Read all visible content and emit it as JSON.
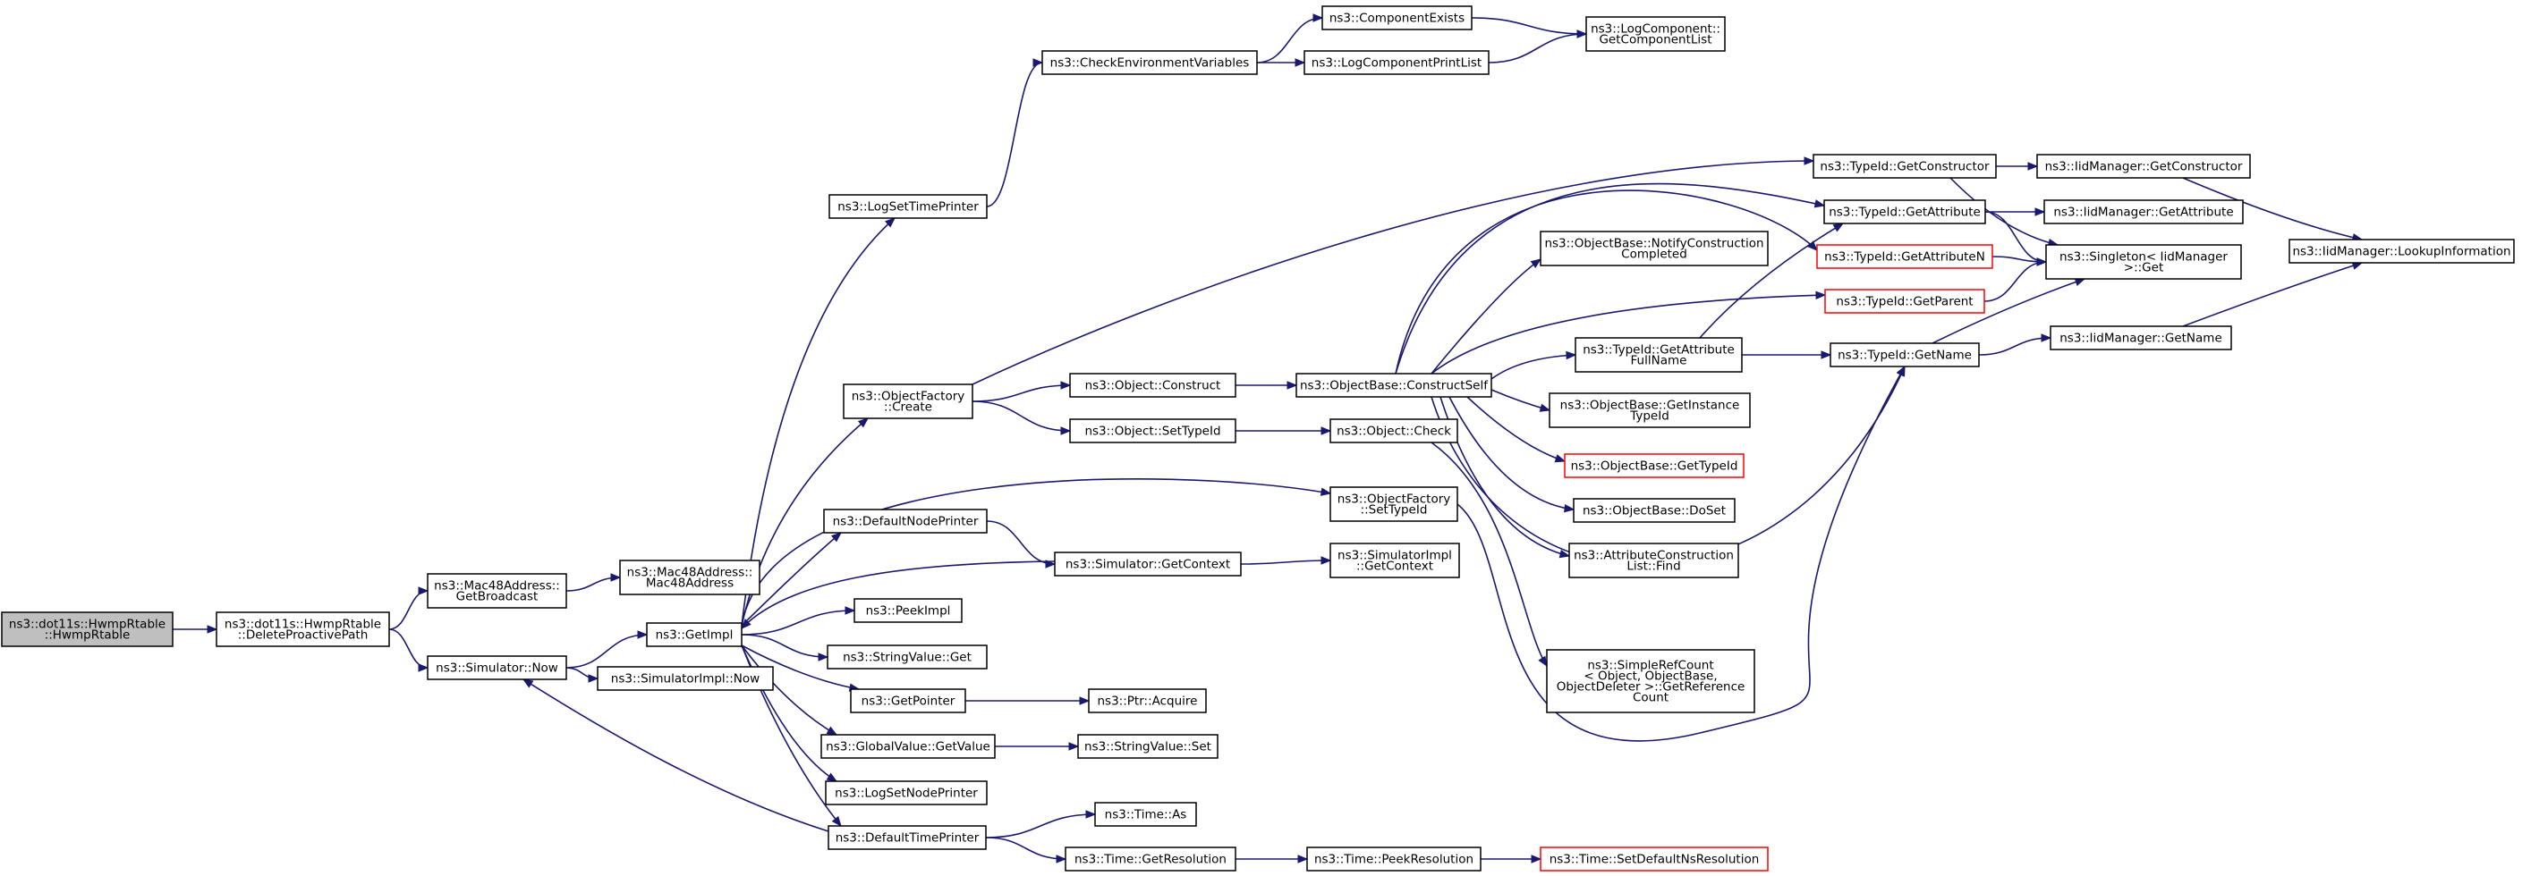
{
  "graph": {
    "kind": "call-graph",
    "edge_color": "#191970",
    "root_fill": "#bfbfbf",
    "truncated_border_color": "#ff0000",
    "nodes": {
      "root": {
        "lines": [
          "ns3::dot11s::HwmpRtable",
          "::HwmpRtable"
        ]
      },
      "deleteProactive": {
        "lines": [
          "ns3::dot11s::HwmpRtable",
          "::DeleteProactivePath"
        ]
      },
      "mac48GetBroadcast": {
        "lines": [
          "ns3::Mac48Address::",
          "GetBroadcast"
        ]
      },
      "mac48Ctor": {
        "lines": [
          "ns3::Mac48Address::",
          "Mac48Address"
        ]
      },
      "simNow": {
        "lines": [
          "ns3::Simulator::Now"
        ]
      },
      "getImpl": {
        "lines": [
          "ns3::GetImpl"
        ]
      },
      "simImplNow": {
        "lines": [
          "ns3::SimulatorImpl::Now"
        ]
      },
      "logSetTimePrinter": {
        "lines": [
          "ns3::LogSetTimePrinter"
        ]
      },
      "checkEnv": {
        "lines": [
          "ns3::CheckEnvironmentVariables"
        ]
      },
      "componentExists": {
        "lines": [
          "ns3::ComponentExists"
        ]
      },
      "logComponentPrintList": {
        "lines": [
          "ns3::LogComponentPrintList"
        ]
      },
      "getComponentList": {
        "lines": [
          "ns3::LogComponent::",
          "GetComponentList"
        ]
      },
      "objFactoryCreate": {
        "lines": [
          "ns3::ObjectFactory",
          "::Create"
        ]
      },
      "objectConstruct": {
        "lines": [
          "ns3::Object::Construct"
        ]
      },
      "objectSetTypeId": {
        "lines": [
          "ns3::Object::SetTypeId"
        ]
      },
      "constructSelf": {
        "lines": [
          "ns3::ObjectBase::ConstructSelf"
        ]
      },
      "objectCheck": {
        "lines": [
          "ns3::Object::Check"
        ]
      },
      "typeIdGetConstructor": {
        "lines": [
          "ns3::TypeId::GetConstructor"
        ]
      },
      "iidGetConstructor": {
        "lines": [
          "ns3::IidManager::GetConstructor"
        ]
      },
      "typeIdGetAttribute": {
        "lines": [
          "ns3::TypeId::GetAttribute"
        ]
      },
      "iidGetAttribute": {
        "lines": [
          "ns3::IidManager::GetAttribute"
        ]
      },
      "typeIdGetAttributeN": {
        "lines": [
          "ns3::TypeId::GetAttributeN"
        ],
        "truncated": true
      },
      "singletonGet": {
        "lines": [
          "ns3::Singleton< IidManager",
          " >::Get"
        ]
      },
      "lookupInformation": {
        "lines": [
          "ns3::IidManager::LookupInformation"
        ]
      },
      "notifyConstruction": {
        "lines": [
          "ns3::ObjectBase::NotifyConstruction",
          "Completed"
        ]
      },
      "typeIdGetParent": {
        "lines": [
          "ns3::TypeId::GetParent"
        ],
        "truncated": true
      },
      "getAttributeFullName": {
        "lines": [
          "ns3::TypeId::GetAttribute",
          "FullName"
        ]
      },
      "typeIdGetName": {
        "lines": [
          "ns3::TypeId::GetName"
        ]
      },
      "iidGetName": {
        "lines": [
          "ns3::IidManager::GetName"
        ]
      },
      "getInstanceTypeId": {
        "lines": [
          "ns3::ObjectBase::GetInstance",
          "TypeId"
        ]
      },
      "objectBaseGetTypeId": {
        "lines": [
          "ns3::ObjectBase::GetTypeId"
        ],
        "truncated": true
      },
      "objectBaseDoSet": {
        "lines": [
          "ns3::ObjectBase::DoSet"
        ]
      },
      "attrConstructionFind": {
        "lines": [
          "ns3::AttributeConstruction",
          "List::Find"
        ]
      },
      "objFactorySetTypeId": {
        "lines": [
          "ns3::ObjectFactory",
          "::SetTypeId"
        ]
      },
      "defaultNodePrinter": {
        "lines": [
          "ns3::DefaultNodePrinter"
        ]
      },
      "simGetContext": {
        "lines": [
          "ns3::Simulator::GetContext"
        ]
      },
      "simImplGetContext": {
        "lines": [
          "ns3::SimulatorImpl",
          "::GetContext"
        ]
      },
      "peekImpl": {
        "lines": [
          "ns3::PeekImpl"
        ]
      },
      "stringValueGet": {
        "lines": [
          "ns3::StringValue::Get"
        ]
      },
      "getPointer": {
        "lines": [
          "ns3::GetPointer"
        ]
      },
      "ptrAcquire": {
        "lines": [
          "ns3::Ptr::Acquire"
        ]
      },
      "globalValueGetValue": {
        "lines": [
          "ns3::GlobalValue::GetValue"
        ]
      },
      "stringValueSet": {
        "lines": [
          "ns3::StringValue::Set"
        ]
      },
      "logSetNodePrinter": {
        "lines": [
          "ns3::LogSetNodePrinter"
        ]
      },
      "simpleRefCount": {
        "lines": [
          "ns3::SimpleRefCount",
          "< Object, ObjectBase,",
          " ObjectDeleter >::GetReference",
          "Count"
        ]
      },
      "defaultTimePrinter": {
        "lines": [
          "ns3::DefaultTimePrinter"
        ]
      },
      "timeAs": {
        "lines": [
          "ns3::Time::As"
        ]
      },
      "timeGetResolution": {
        "lines": [
          "ns3::Time::GetResolution"
        ]
      },
      "timePeekResolution": {
        "lines": [
          "ns3::Time::PeekResolution"
        ]
      },
      "timeSetDefaultNs": {
        "lines": [
          "ns3::Time::SetDefaultNsResolution"
        ],
        "truncated": true
      }
    },
    "edges": [
      [
        "root",
        "deleteProactive"
      ],
      [
        "deleteProactive",
        "mac48GetBroadcast"
      ],
      [
        "deleteProactive",
        "simNow"
      ],
      [
        "mac48GetBroadcast",
        "mac48Ctor"
      ],
      [
        "simNow",
        "getImpl"
      ],
      [
        "simNow",
        "simImplNow"
      ],
      [
        "getImpl",
        "logSetTimePrinter"
      ],
      [
        "getImpl",
        "objFactoryCreate"
      ],
      [
        "getImpl",
        "objFactorySetTypeId"
      ],
      [
        "getImpl",
        "defaultNodePrinter"
      ],
      [
        "getImpl",
        "peekImpl"
      ],
      [
        "getImpl",
        "stringValueGet"
      ],
      [
        "getImpl",
        "getPointer"
      ],
      [
        "getImpl",
        "globalValueGetValue"
      ],
      [
        "getImpl",
        "logSetNodePrinter"
      ],
      [
        "getImpl",
        "defaultTimePrinter"
      ],
      [
        "logSetTimePrinter",
        "checkEnv"
      ],
      [
        "checkEnv",
        "componentExists"
      ],
      [
        "checkEnv",
        "logComponentPrintList"
      ],
      [
        "componentExists",
        "getComponentList"
      ],
      [
        "logComponentPrintList",
        "getComponentList"
      ],
      [
        "objFactoryCreate",
        "typeIdGetConstructor"
      ],
      [
        "objFactoryCreate",
        "objectConstruct"
      ],
      [
        "objFactoryCreate",
        "objectSetTypeId"
      ],
      [
        "objectConstruct",
        "constructSelf"
      ],
      [
        "objectSetTypeId",
        "objectCheck"
      ],
      [
        "typeIdGetConstructor",
        "iidGetConstructor"
      ],
      [
        "typeIdGetConstructor",
        "singletonGet"
      ],
      [
        "iidGetConstructor",
        "lookupInformation"
      ],
      [
        "constructSelf",
        "typeIdGetAttribute"
      ],
      [
        "constructSelf",
        "typeIdGetAttributeN"
      ],
      [
        "constructSelf",
        "notifyConstruction"
      ],
      [
        "constructSelf",
        "typeIdGetParent"
      ],
      [
        "constructSelf",
        "getAttributeFullName"
      ],
      [
        "constructSelf",
        "getInstanceTypeId"
      ],
      [
        "constructSelf",
        "objectBaseGetTypeId"
      ],
      [
        "constructSelf",
        "objectBaseDoSet"
      ],
      [
        "constructSelf",
        "attrConstructionFind"
      ],
      [
        "constructSelf",
        "typeIdGetName"
      ],
      [
        "typeIdGetAttribute",
        "iidGetAttribute"
      ],
      [
        "typeIdGetAttribute",
        "singletonGet"
      ],
      [
        "typeIdGetAttributeN",
        "singletonGet"
      ],
      [
        "typeIdGetParent",
        "singletonGet"
      ],
      [
        "getAttributeFullName",
        "typeIdGetAttribute"
      ],
      [
        "getAttributeFullName",
        "typeIdGetName"
      ],
      [
        "typeIdGetName",
        "iidGetName"
      ],
      [
        "typeIdGetName",
        "singletonGet"
      ],
      [
        "iidGetName",
        "lookupInformation"
      ],
      [
        "objectCheck",
        "simpleRefCount"
      ],
      [
        "objFactorySetTypeId",
        "typeIdGetName"
      ],
      [
        "defaultNodePrinter",
        "simGetContext"
      ],
      [
        "simGetContext",
        "getImpl"
      ],
      [
        "simGetContext",
        "simImplGetContext"
      ],
      [
        "getPointer",
        "ptrAcquire"
      ],
      [
        "globalValueGetValue",
        "stringValueSet"
      ],
      [
        "defaultTimePrinter",
        "simNow"
      ],
      [
        "defaultTimePrinter",
        "timeAs"
      ],
      [
        "defaultTimePrinter",
        "timeGetResolution"
      ],
      [
        "timeGetResolution",
        "timePeekResolution"
      ],
      [
        "timePeekResolution",
        "timeSetDefaultNs"
      ]
    ]
  }
}
